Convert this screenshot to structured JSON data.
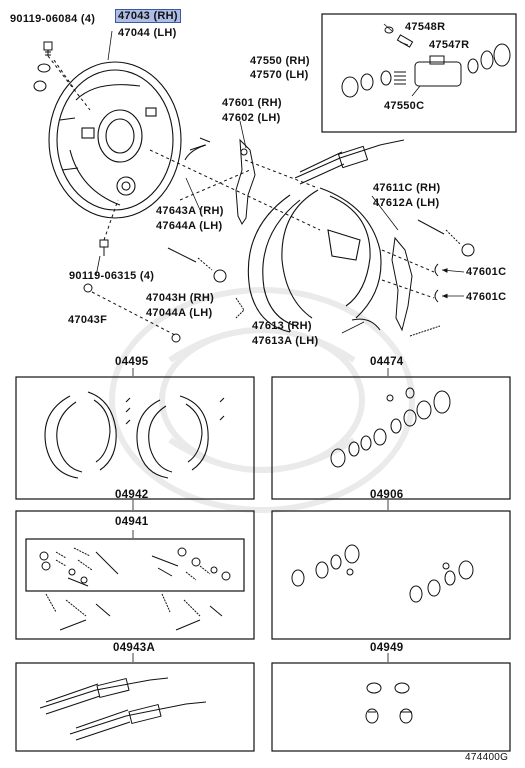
{
  "colors": {
    "highlight": "#aebde6",
    "highlight_border": "#3a58a8",
    "ink": "#111111",
    "watermark": "#ececec"
  },
  "labels": {
    "p90119_06084": "90119-06084 (4)",
    "p47043_rh": "47043 (RH)",
    "p47044_lh": "47044 (LH)",
    "p47548r": "47548R",
    "p47547r": "47547R",
    "p47550_rh": "47550 (RH)",
    "p47570_lh": "47570 (LH)",
    "p47550c": "47550C",
    "p47601_rh": "47601 (RH)",
    "p47602_lh": "47602 (LH)",
    "p47611c_rh": "47611C (RH)",
    "p47612a_lh": "47612A (LH)",
    "p47643a_rh": "47643A (RH)",
    "p47644a_lh": "47644A (LH)",
    "p90119_06315": "90119-06315 (4)",
    "p47043f": "47043F",
    "p47043h_rh": "47043H (RH)",
    "p47044a_lh": "47044A (LH)",
    "p47613_rh": "47613 (RH)",
    "p47613a_lh": "47613A (LH)",
    "p47601c_a": "47601C",
    "p47601c_b": "47601C"
  },
  "sections": {
    "s04495": "04495",
    "s04474": "04474",
    "s04942": "04942",
    "s04941": "04941",
    "s04906": "04906",
    "s04943a": "04943A",
    "s04949": "04949"
  },
  "figure_code": "474400G"
}
